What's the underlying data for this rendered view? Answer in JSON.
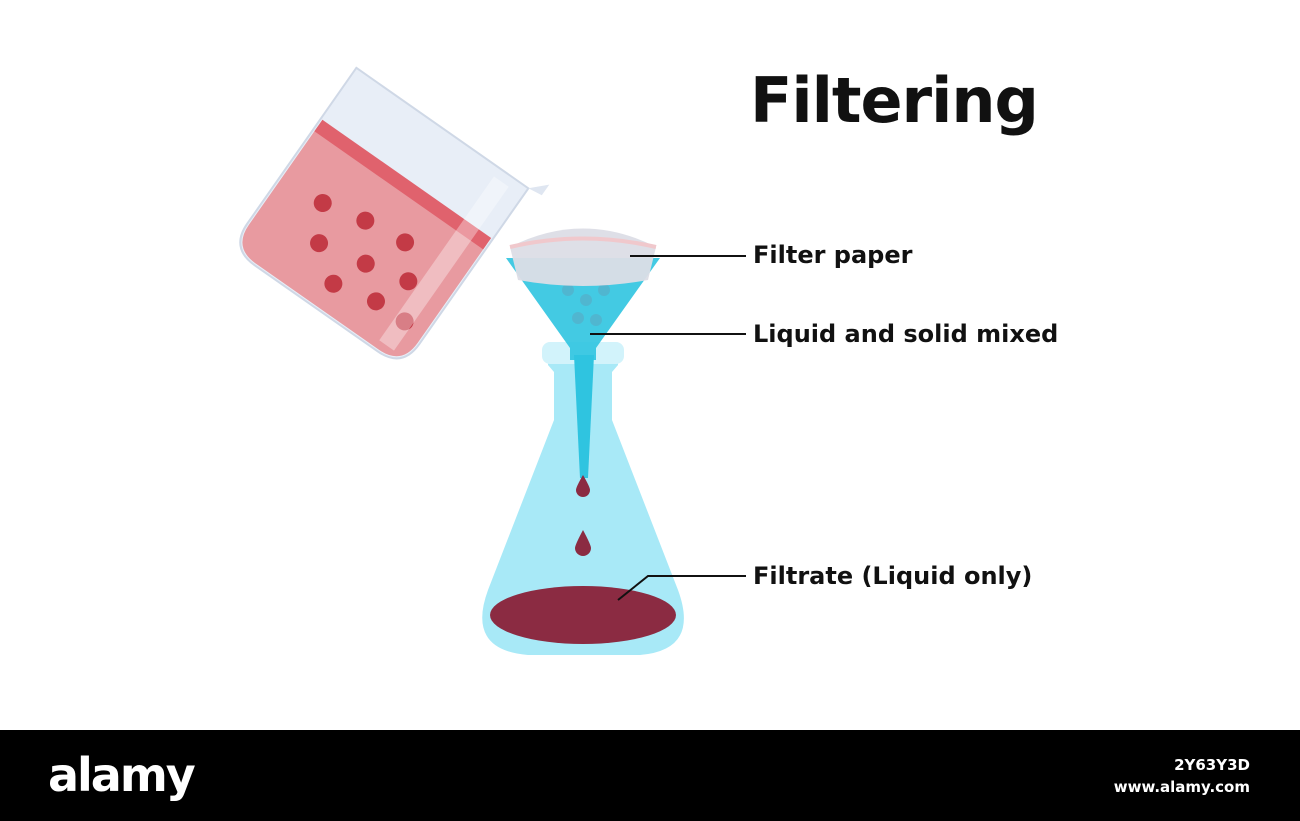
{
  "title": "Filtering",
  "labels": {
    "filter_paper": "Filter paper",
    "mixture": "Liquid and solid mixed",
    "filtrate": "Filtrate (Liquid only)"
  },
  "footer": {
    "brand": "alamy",
    "image_id": "2Y63Y3D",
    "url": "www.alamy.com"
  },
  "colors": {
    "beaker_liquid": "#e89aa0",
    "beaker_liquid_dark": "#e0626d",
    "particles": "#c33a46",
    "funnel": "#2fc4e0",
    "flask": "#a8e9f7",
    "filtrate": "#8b2b42",
    "filter_paper": "#dcdde6",
    "leader_line": "#111111"
  }
}
